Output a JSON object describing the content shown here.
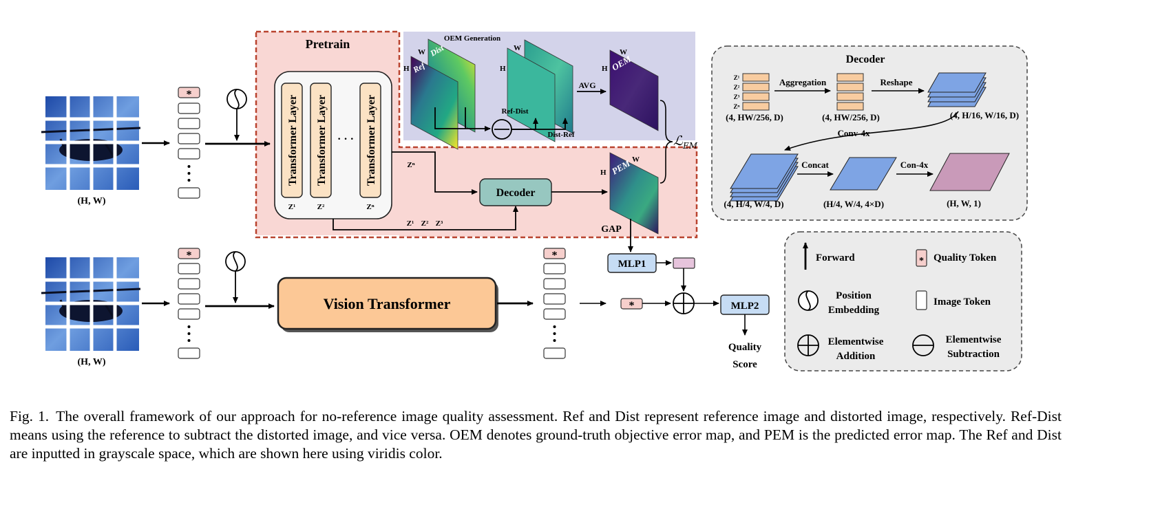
{
  "colors": {
    "pretrain_bg": "#f9d7d4",
    "pretrain_border": "#b9432f",
    "oem_bg": "#d3d3ea",
    "token_fill": "#f6cfcc",
    "transformer_layer_fill": "#fbe2c4",
    "decoder_fill": "#97c7c0",
    "vit_fill": "#fcc896",
    "mlp_fill": "#c6dcf4",
    "decoder_token_fill": "#f8cca0",
    "feature_blue": "#7ea4e4",
    "output_pink": "#c99ab9",
    "mlp1_out_fill": "#e6c4dc",
    "legend_bg": "#ebebeb"
  },
  "input": {
    "top_size": "(H, W)",
    "bottom_size": "(H, W)"
  },
  "quality_token_mark": "*",
  "pretrain": {
    "title": "Pretrain",
    "transformer_layer": "Transformer Layer",
    "ellipsis": "· · ·",
    "z_under_1": "Z¹",
    "z_under_2": "Z²",
    "z_under_n": "Zⁿ",
    "z_top": "Zⁿ",
    "decoder_label": "Decoder",
    "z_bottom_1": "Z¹",
    "z_bottom_2": "Z²",
    "z_bottom_3": "Z³",
    "gap": "GAP"
  },
  "oem": {
    "title": "OEM Generation",
    "dist": "Dist",
    "ref": "Ref",
    "ref_dist": "Ref-Dist",
    "dist_ref": "Dist-Ref",
    "avg": "AVG",
    "oem_label": "OEM",
    "w": "W",
    "h": "H",
    "loss_symbol": "ℒ",
    "loss_subscript": "EM",
    "pem_label": "PEM"
  },
  "vit": {
    "label": "Vision Transformer"
  },
  "heads": {
    "mlp1": "MLP1",
    "mlp2": "MLP2",
    "quality_line1": "Quality",
    "quality_line2": "Score"
  },
  "decoder_panel": {
    "title": "Decoder",
    "z_labels": [
      "Z¹",
      "Z²",
      "Z³",
      "Zⁿ"
    ],
    "aggregation": "Aggregation",
    "reshape": "Reshape",
    "shape1": "(4, HW/256, D)",
    "shape2": "(4, HW/256, D)",
    "shape3": "(4, H/16, W/16, D)",
    "conv": "Conv-4x",
    "concat": "Concat",
    "con4x": "Con-4x",
    "shape4": "(4, H/4, W/4, D)",
    "shape5": "(H/4, W/4, 4×D)",
    "shape6": "(H, W, 1)"
  },
  "legend": {
    "forward": "Forward",
    "quality_token": "Quality Token",
    "position_line1": "Position",
    "position_line2": "Embedding",
    "image_token": "Image Token",
    "add_line1": "Elementwise",
    "add_line2": "Addition",
    "sub_line1": "Elementwise",
    "sub_line2": "Subtraction"
  },
  "caption": {
    "fig": "Fig. 1.",
    "text": "The overall framework of our approach for no-reference image quality assessment. Ref and Dist represent reference image and distorted image, respectively. Ref-Dist means using the reference to subtract the distorted image, and vice versa. OEM denotes ground-truth objective error map, and PEM is the predicted error map. The Ref and Dist are inputted in grayscale space, which are shown here using viridis color."
  }
}
